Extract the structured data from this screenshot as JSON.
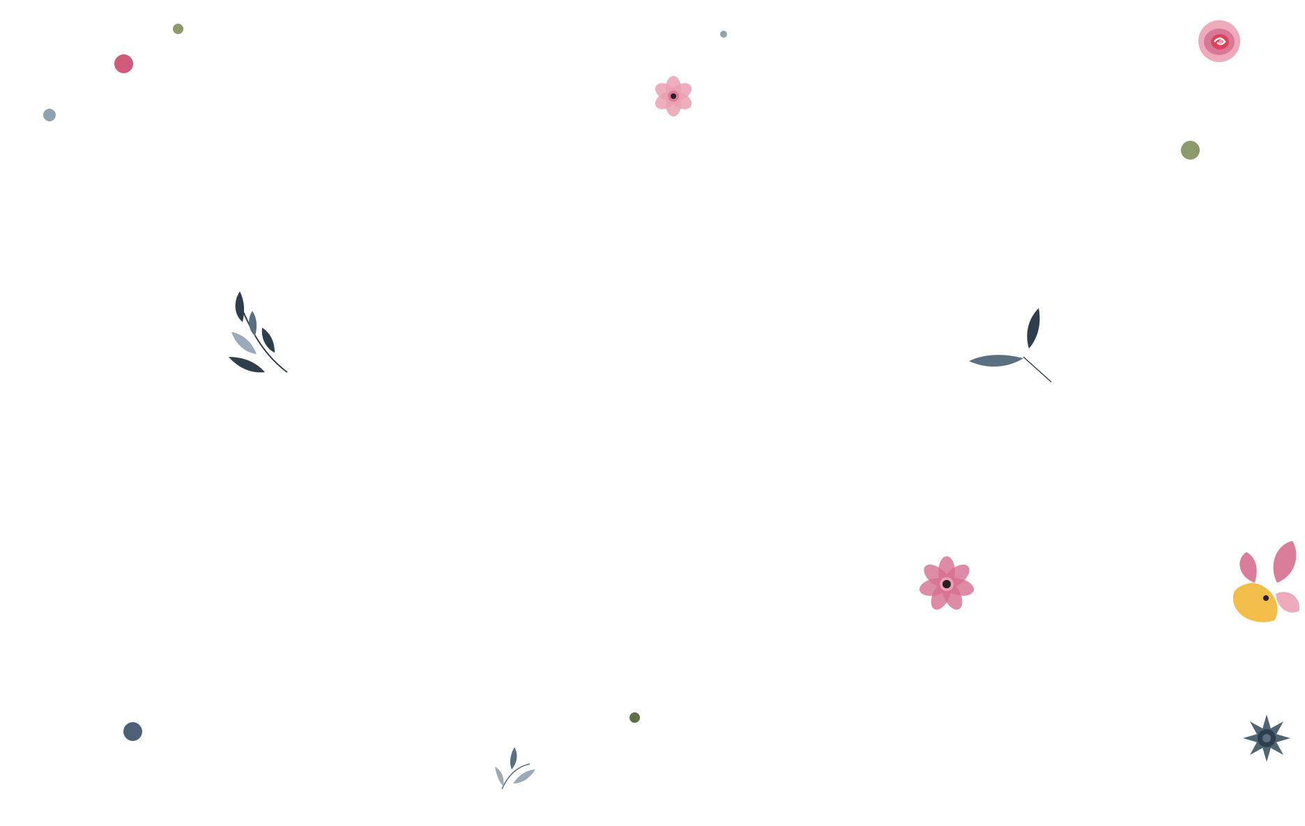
{
  "palette": {
    "background": "#ffffff",
    "rose_dot": "#cf5a7a",
    "sage": "#8a9a6a",
    "sage_dark": "#5e7046",
    "slate_light": "#8fa2b2",
    "slate_dark": "#4e6078",
    "pink_light": "#eaa1b2",
    "pink_mid": "#d66f8f",
    "pink_center": "#2a1e26",
    "rose_red": "#d8455d",
    "leaf_dark": "#2f3e4d",
    "leaf_mid": "#5b6f82",
    "leaf_light": "#9aaab8",
    "yellow": "#f1b637",
    "succulent": "#4f6572"
  },
  "dots": [
    {
      "name": "dot-sage-small",
      "color_key": "sage"
    },
    {
      "name": "dot-rose",
      "color_key": "rose_dot"
    },
    {
      "name": "dot-slate-small",
      "color_key": "slate_light"
    },
    {
      "name": "dot-slate-tiny",
      "color_key": "slate_light"
    },
    {
      "name": "dot-sage-large",
      "color_key": "sage"
    },
    {
      "name": "dot-slate-dark",
      "color_key": "slate_dark"
    },
    {
      "name": "dot-sage-dark",
      "color_key": "sage_dark"
    }
  ],
  "decorations": [
    "pink-anemone-icon",
    "red-rose-icon",
    "leaf-branch-icon",
    "leaf-sprig-icon",
    "pink-cosmos-icon",
    "pink-yellow-pansy-icon",
    "small-leaf-sprig-icon",
    "succulent-icon"
  ]
}
